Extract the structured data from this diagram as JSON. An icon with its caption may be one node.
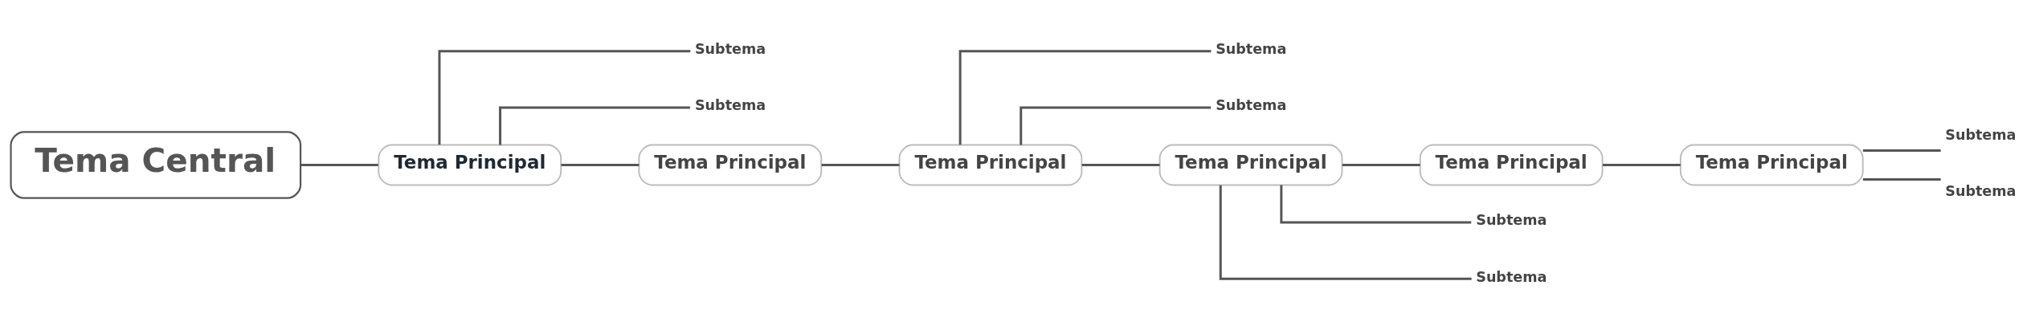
{
  "diagram": {
    "nodes": [
      {
        "text": [
          "Tema Central"
        ]
      },
      {
        "text": [
          "Tema Principal"
        ]
      },
      {
        "text": [
          "Subtema"
        ]
      },
      {
        "text": [
          "Subtema"
        ]
      },
      {
        "text": [
          "Tema Principal"
        ]
      },
      {
        "text": [
          "Tema Principal"
        ]
      },
      {
        "text": [
          "Subtema"
        ]
      },
      {
        "text": [
          "Subtema"
        ]
      },
      {
        "text": [
          "Tema Principal"
        ]
      },
      {
        "text": [
          "Subtema"
        ]
      },
      {
        "text": [
          "Subtema"
        ]
      },
      {
        "text": [
          "Tema Principal"
        ]
      },
      {
        "text": [
          "Tema Principal"
        ]
      },
      {
        "text": [
          "Subtema"
        ]
      },
      {
        "text": [
          "Subtema"
        ]
      }
    ],
    "edges": [
      {
        "from": 0,
        "to": 1,
        "arrow": "none"
      },
      {
        "from": 1,
        "to": 2,
        "arrow": "none"
      },
      {
        "from": 1,
        "to": 3,
        "arrow": "none"
      },
      {
        "from": 1,
        "to": 4,
        "arrow": "none"
      },
      {
        "from": 4,
        "to": 5,
        "arrow": "none"
      },
      {
        "from": 5,
        "to": 6,
        "arrow": "none"
      },
      {
        "from": 5,
        "to": 7,
        "arrow": "none"
      },
      {
        "from": 5,
        "to": 8,
        "arrow": "none"
      },
      {
        "from": 8,
        "to": 11,
        "arrow": "none"
      },
      {
        "from": 8,
        "to": 9,
        "arrow": "none"
      },
      {
        "from": 8,
        "to": 10,
        "arrow": "none"
      },
      {
        "from": 11,
        "to": 12,
        "arrow": "none"
      },
      {
        "from": 12,
        "to": 13,
        "arrow": "none"
      },
      {
        "from": 12,
        "to": 14,
        "arrow": "none"
      }
    ]
  }
}
